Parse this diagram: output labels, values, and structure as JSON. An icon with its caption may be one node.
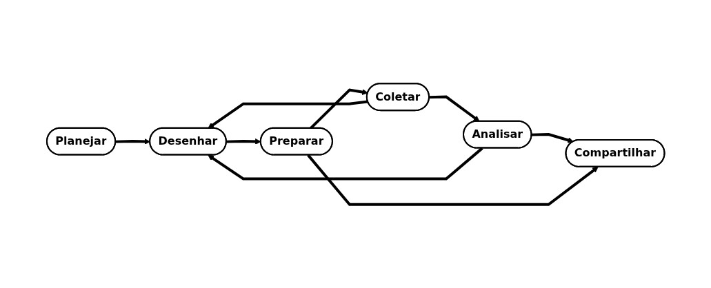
{
  "diagram": {
    "nodes": [
      {
        "text": [
          "Planejar"
        ]
      },
      {
        "text": [
          "Desenhar"
        ]
      },
      {
        "text": [
          "Preparar"
        ]
      },
      {
        "text": [
          "Coletar"
        ]
      },
      {
        "text": [
          "Analisar"
        ]
      },
      {
        "text": [
          "Compartilhar"
        ]
      }
    ],
    "edges": [
      {
        "from": 0,
        "to": 1,
        "arrow": "to"
      },
      {
        "from": 1,
        "to": 2,
        "arrow": "to"
      },
      {
        "from": 2,
        "to": 3,
        "arrow": "to"
      },
      {
        "from": 3,
        "to": 1,
        "arrow": "to"
      },
      {
        "from": 3,
        "to": 4,
        "arrow": "to"
      },
      {
        "from": 4,
        "to": 1,
        "arrow": "to"
      },
      {
        "from": 4,
        "to": 5,
        "arrow": "to"
      },
      {
        "from": 2,
        "to": 5,
        "arrow": "to"
      }
    ]
  }
}
